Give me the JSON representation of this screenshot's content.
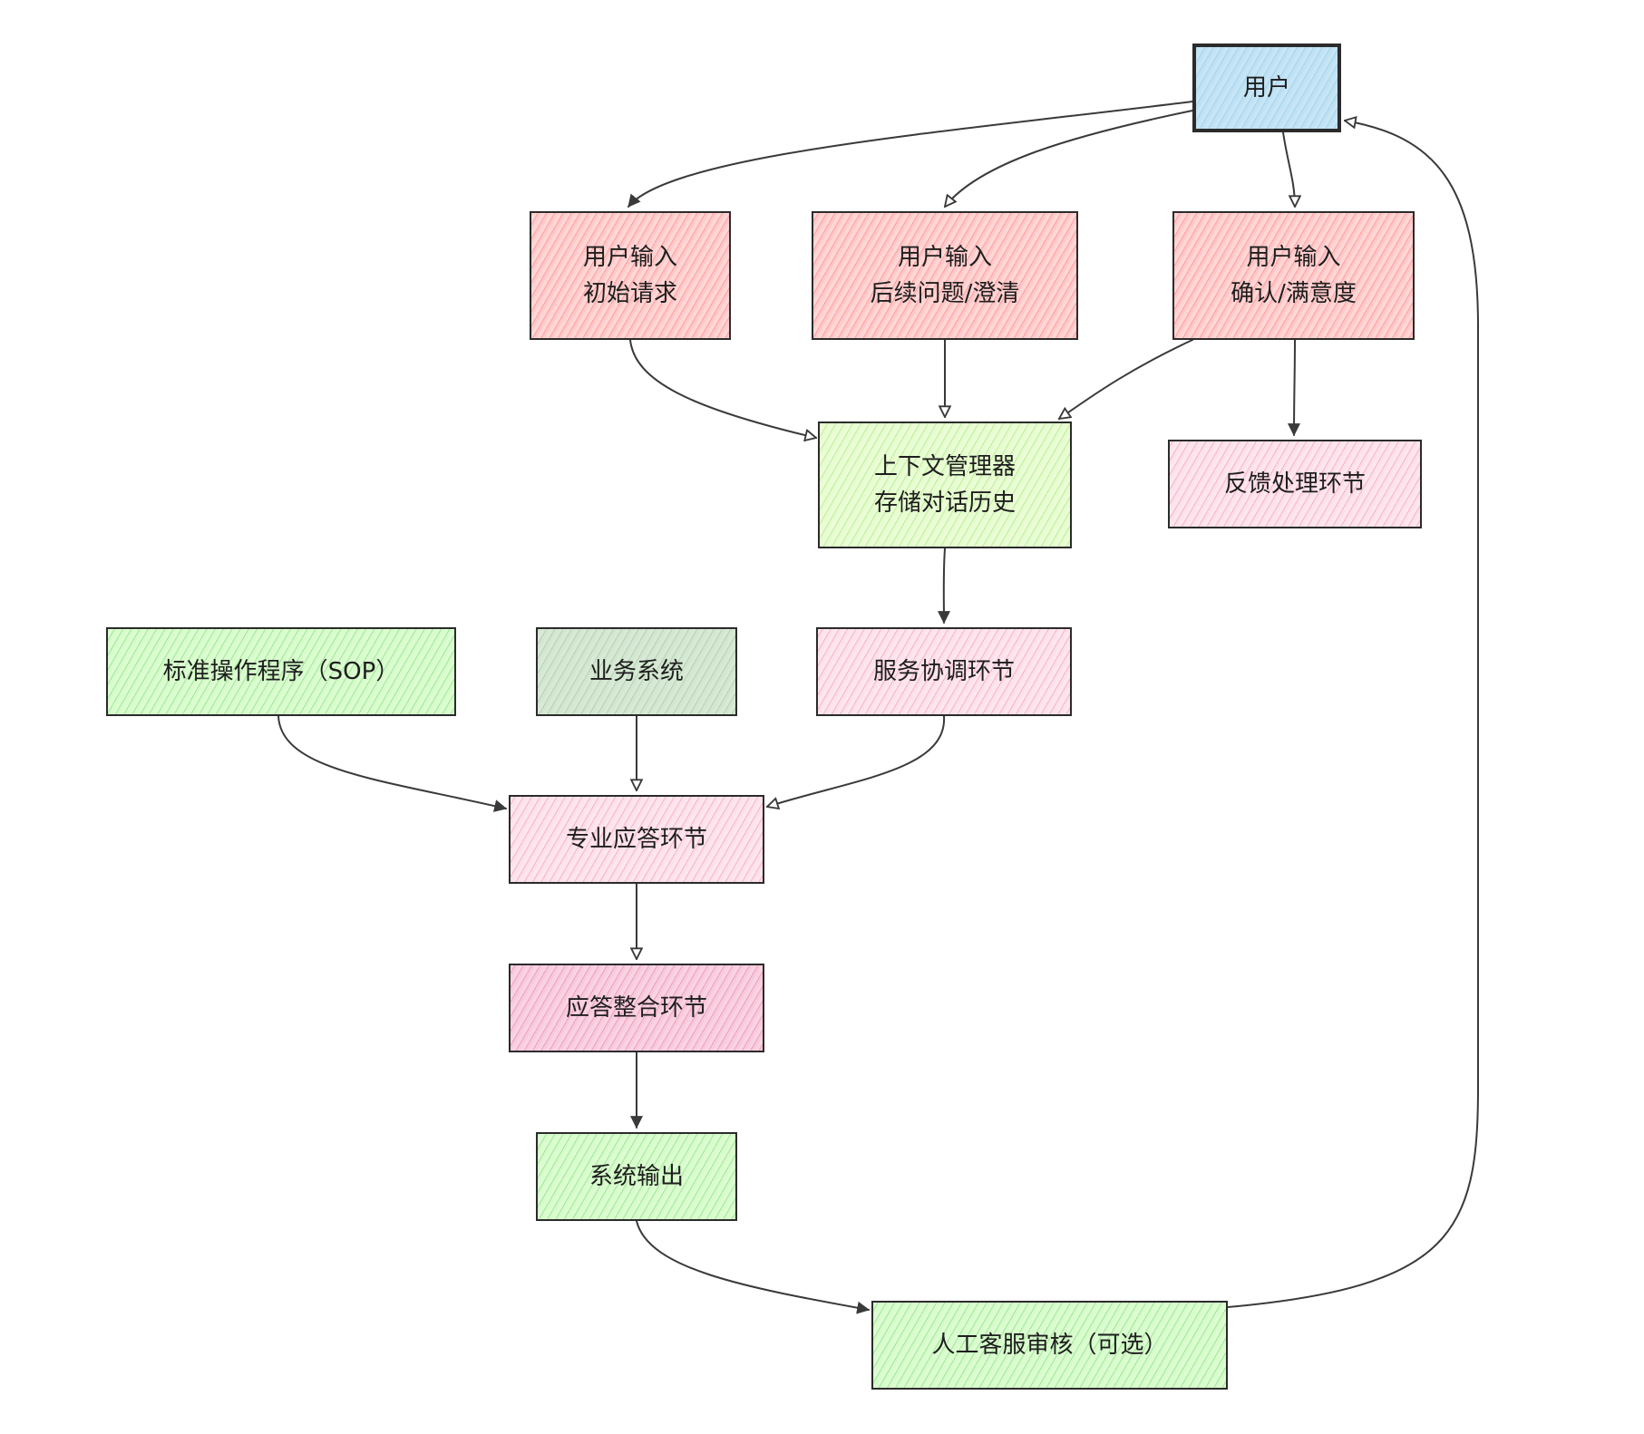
{
  "nodes": {
    "user": "用户",
    "input_initial": "用户输入\n初始请求",
    "input_followup": "用户输入\n后续问题/澄清",
    "input_confirm": "用户输入\n确认/满意度",
    "context_manager": "上下文管理器\n存储对话历史",
    "feedback": "反馈处理环节",
    "sop": "标准操作程序（SOP）",
    "business": "业务系统",
    "coordination": "服务协调环节",
    "professional": "专业应答环节",
    "integration": "应答整合环节",
    "output": "系统输出",
    "human_review": "人工客服审核（可选）"
  },
  "colors": {
    "user": "#bfe1f3",
    "input": "#ffc9c9",
    "context": "#e6fccd",
    "process_pink": "#fde0ea",
    "integration": "#f8c9dc",
    "green": "#d6fbc9",
    "business": "#d3e6d1",
    "stroke": "#2b2b2b",
    "arrow": "#3a3a3a"
  },
  "edges": [
    {
      "from": "user",
      "to": "input_initial",
      "head": "filled"
    },
    {
      "from": "user",
      "to": "input_followup",
      "head": "hollow"
    },
    {
      "from": "user",
      "to": "input_confirm",
      "head": "hollow"
    },
    {
      "from": "input_initial",
      "to": "context_manager",
      "head": "hollow"
    },
    {
      "from": "input_followup",
      "to": "context_manager",
      "head": "hollow"
    },
    {
      "from": "input_confirm",
      "to": "context_manager",
      "head": "hollow"
    },
    {
      "from": "input_confirm",
      "to": "feedback",
      "head": "filled"
    },
    {
      "from": "context_manager",
      "to": "coordination",
      "head": "filled"
    },
    {
      "from": "sop",
      "to": "professional",
      "head": "filled"
    },
    {
      "from": "business",
      "to": "professional",
      "head": "hollow"
    },
    {
      "from": "coordination",
      "to": "professional",
      "head": "hollow"
    },
    {
      "from": "professional",
      "to": "integration",
      "head": "hollow"
    },
    {
      "from": "integration",
      "to": "output",
      "head": "filled"
    },
    {
      "from": "output",
      "to": "human_review",
      "head": "filled"
    },
    {
      "from": "human_review",
      "to": "user",
      "head": "hollow"
    }
  ]
}
